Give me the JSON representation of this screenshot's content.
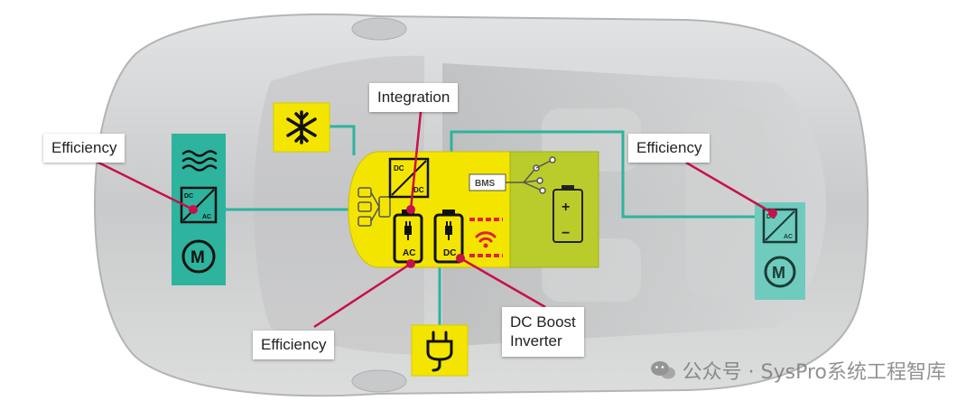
{
  "callouts": {
    "integration": "Integration",
    "efficiency_left": "Efficiency",
    "efficiency_right": "Efficiency",
    "efficiency_bottom": "Efficiency",
    "dc_boost_line1": "DC Boost",
    "dc_boost_line2": "Inverter"
  },
  "labels": {
    "dc": "DC",
    "ac": "AC",
    "bms": "BMS",
    "motor": "M",
    "plus": "+",
    "minus": "−"
  },
  "watermark": "公众号 · SysPro系统工程智库",
  "colors": {
    "teal": "#2db39e",
    "teal_light": "#6fcbbd",
    "yellow": "#f3e500",
    "olive": "#b9cc2b",
    "callout_line": "#c8104a",
    "red_hatch": "#e0203c",
    "car_body": "#cfd0d1"
  }
}
